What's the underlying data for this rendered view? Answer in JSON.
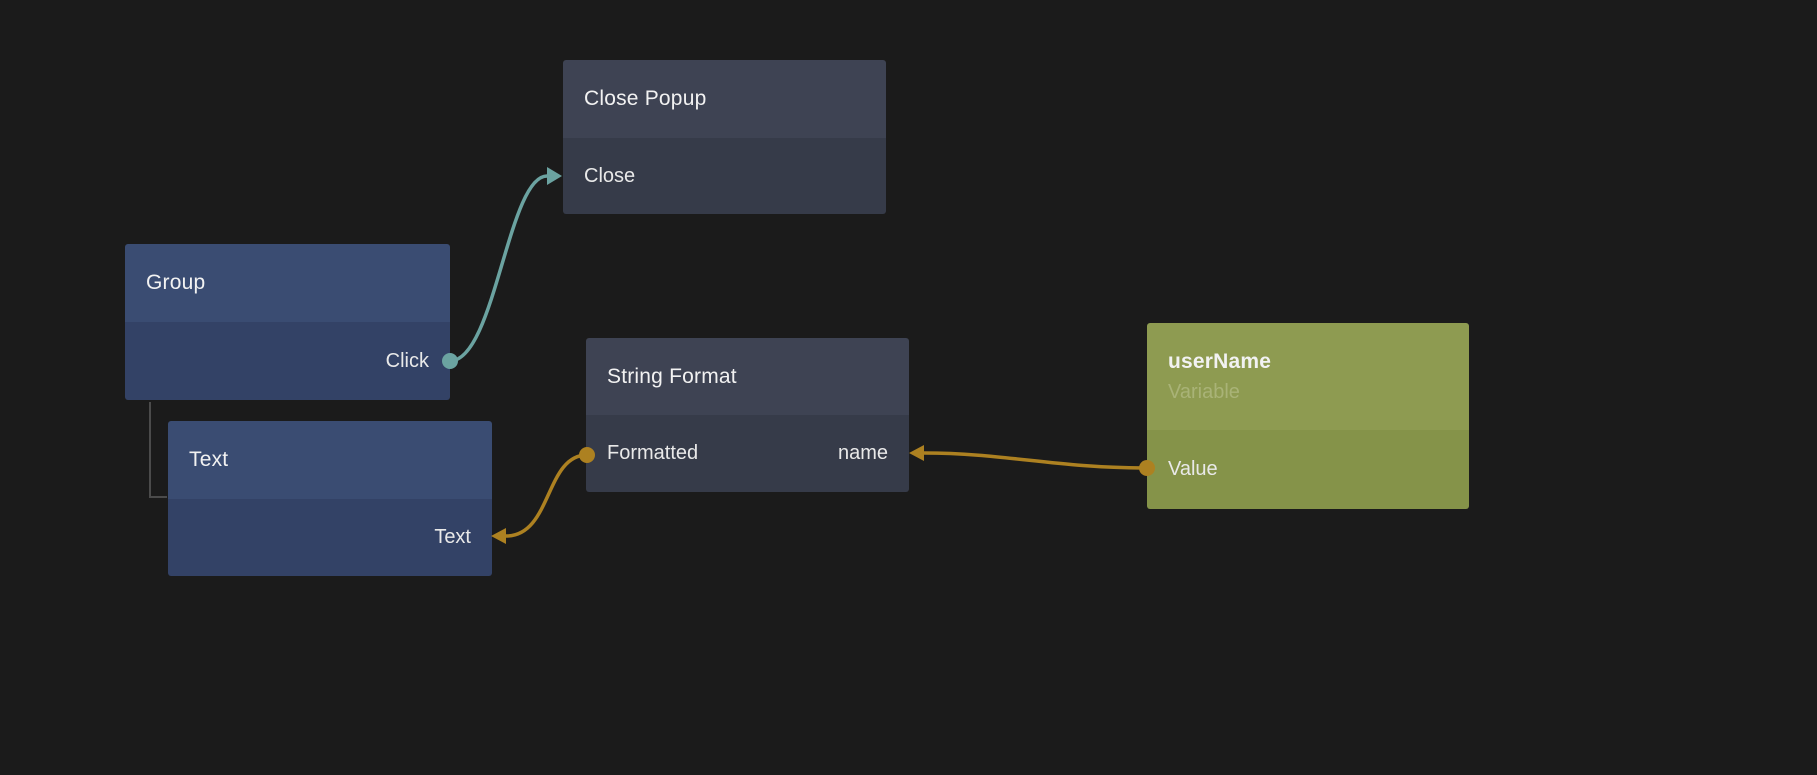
{
  "canvas": {
    "background": "#1b1b1b"
  },
  "colors": {
    "signal_connection": "#6ba3a1",
    "data_connection": "#ad8121",
    "gray_node_header": "#3e4353",
    "gray_node_body": "#363b49",
    "blue_node_header": "#3a4c72",
    "blue_node_body": "#334266",
    "green_node_header": "#8e9b51",
    "green_node_body": "#859349",
    "hierarchy_line": "#4b4b4b"
  },
  "nodes": [
    {
      "title": "Close Popup",
      "theme": "gray",
      "inputs": [
        {
          "label": "Close"
        }
      ],
      "outputs": []
    },
    {
      "title": "Group",
      "theme": "blue",
      "inputs": [],
      "outputs": [
        {
          "label": "Click"
        }
      ]
    },
    {
      "title": "Text",
      "theme": "blue",
      "inputs": [
        {
          "label": "Text"
        }
      ],
      "outputs": []
    },
    {
      "title": "String Format",
      "theme": "gray",
      "inputs": [
        {
          "label": "name"
        }
      ],
      "outputs": [
        {
          "label": "Formatted"
        }
      ]
    },
    {
      "title": "userName",
      "subtitle": "Variable",
      "theme": "green",
      "inputs": [],
      "outputs": [
        {
          "label": "Value"
        }
      ]
    }
  ],
  "connections": [
    {
      "from": "Group.Click",
      "to": "Close Popup.Close",
      "kind": "signal",
      "color": "#6ba3a1"
    },
    {
      "from": "String Format.Formatted",
      "to": "Text.Text",
      "kind": "data",
      "color": "#ad8121"
    },
    {
      "from": "userName.Value",
      "to": "String Format.name",
      "kind": "data",
      "color": "#ad8121"
    }
  ],
  "hierarchy": [
    {
      "parent": "Group",
      "child": "Text"
    }
  ]
}
